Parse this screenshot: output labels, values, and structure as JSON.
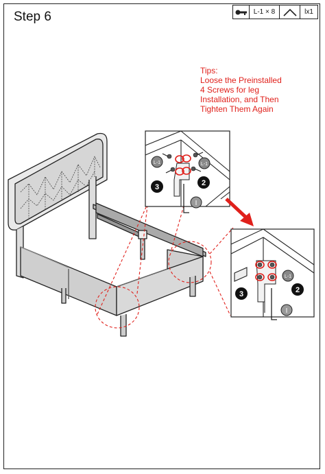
{
  "header": {
    "step_title": "Step 6"
  },
  "parts_box": {
    "key_icon": "allen-key-icon",
    "quantity": "L-1 × 8",
    "wrench_icon": "wrench-icon",
    "tool": "lx1"
  },
  "tips": {
    "line1": "Tips:",
    "line2": "Loose the Preinstalled",
    "line3": "4 Screws for leg",
    "line4": "Installation, and Then",
    "line5": "Tighten Them Again"
  },
  "callouts": {
    "detail1_part": "L-1",
    "detail1_badge_a": "3",
    "detail1_badge_b": "2",
    "detail1_tool": "I",
    "detail2_part": "L-1",
    "detail2_badge_a": "3",
    "detail2_badge_b": "2",
    "detail2_tool": "I"
  },
  "colors": {
    "accent_red": "#e0201b",
    "line_dark": "#222222",
    "upholstery_gray": "#cfcfcf"
  }
}
